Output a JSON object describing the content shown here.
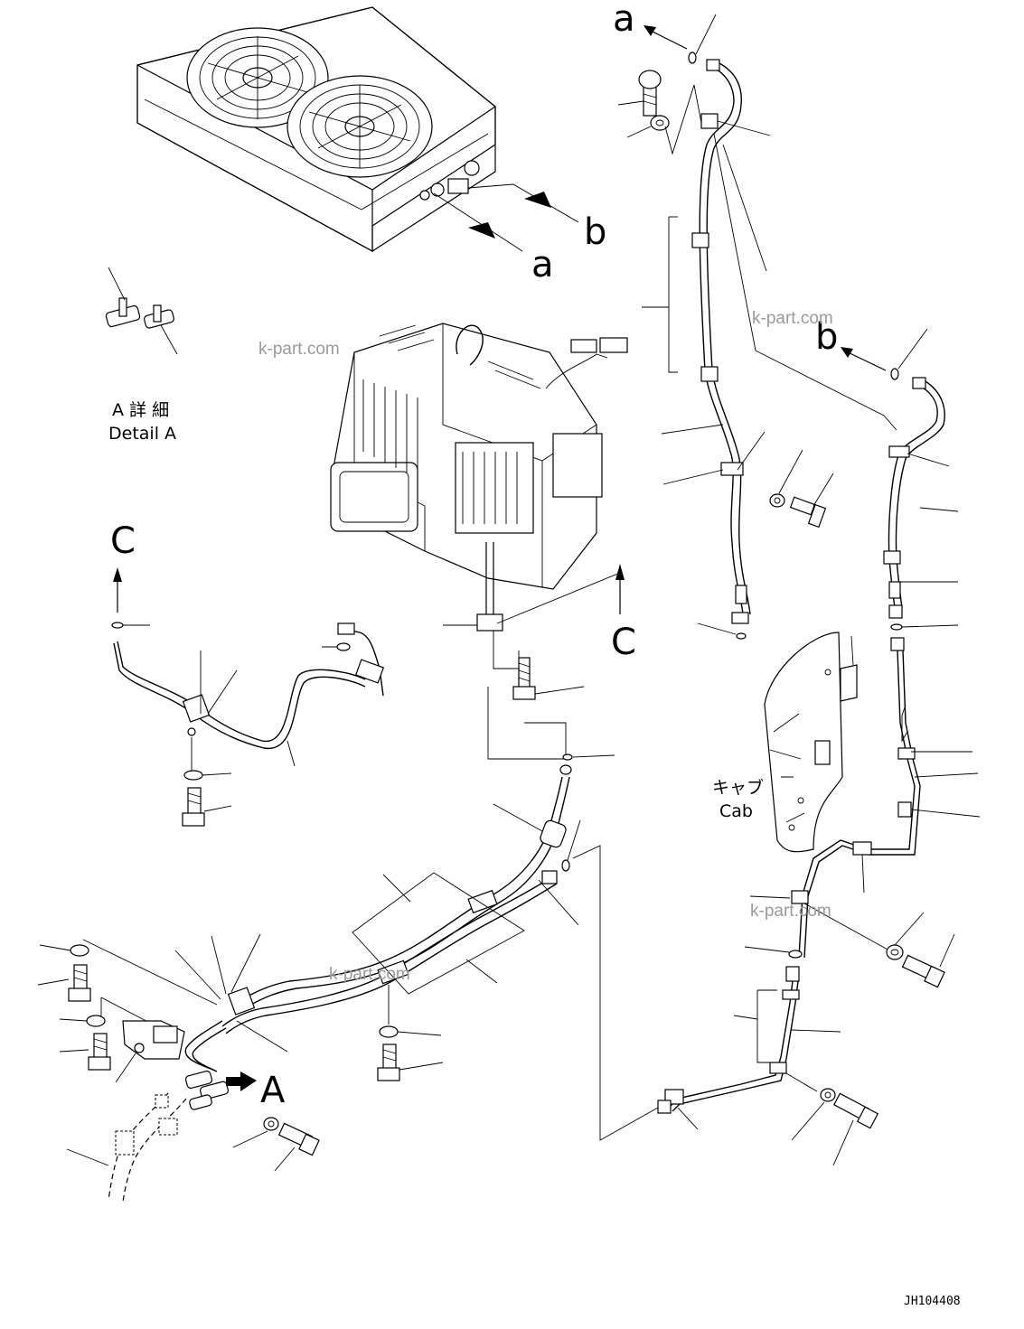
{
  "labels": {
    "a_top": "a",
    "a_mid": "a",
    "b_mid": "b",
    "b_right": "b",
    "c_left": "C",
    "c_mid": "C",
    "a_detail": "A",
    "detail_a_jp": "A 詳 細",
    "detail_a_en": "Detail A",
    "cab_jp": "キャブ",
    "cab_en": "Cab"
  },
  "watermarks": [
    "k-part.com",
    "k-part.com",
    "k-part.com",
    "k-part.com"
  ],
  "drawing_code": "JH104408"
}
